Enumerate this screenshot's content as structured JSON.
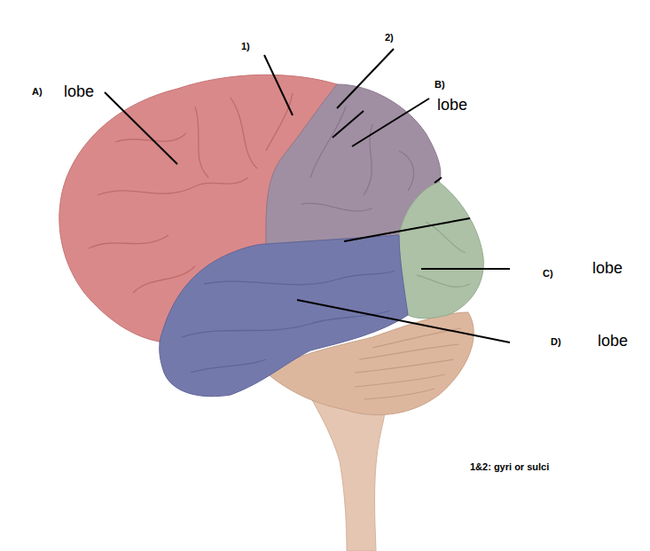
{
  "diagram": {
    "labels": [
      "A)",
      "lobe",
      "1)",
      "2)",
      "B)",
      "lobe",
      "C)",
      "lobe",
      "D)",
      "lobe",
      "1&2: gyri or sulci"
    ]
  }
}
